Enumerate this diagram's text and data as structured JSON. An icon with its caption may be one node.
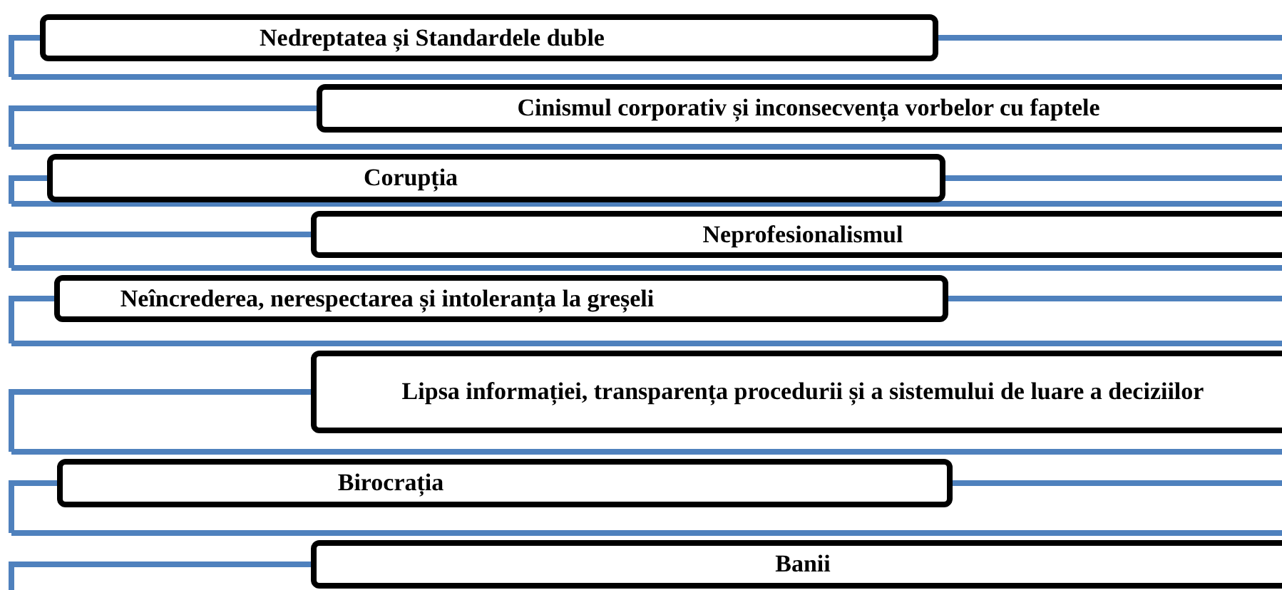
{
  "diagram": {
    "nodes": [
      {
        "text": [
          "Nedreptatea și Standardele duble"
        ]
      },
      {
        "text": [
          "Cinismul corporativ și inconsecvența vorbelor cu faptele"
        ]
      },
      {
        "text": [
          "Corupția"
        ]
      },
      {
        "text": [
          "Neprofesionalismul"
        ]
      },
      {
        "text": [
          "Neîncrederea, nerespectarea și intoleranța la greșeli"
        ]
      },
      {
        "text": [
          "Lipsa informației, transparența procedurii și a sistemului de luare a deciziilor"
        ]
      },
      {
        "text": [
          "Birocrația"
        ]
      },
      {
        "text": [
          "Banii"
        ]
      }
    ]
  }
}
